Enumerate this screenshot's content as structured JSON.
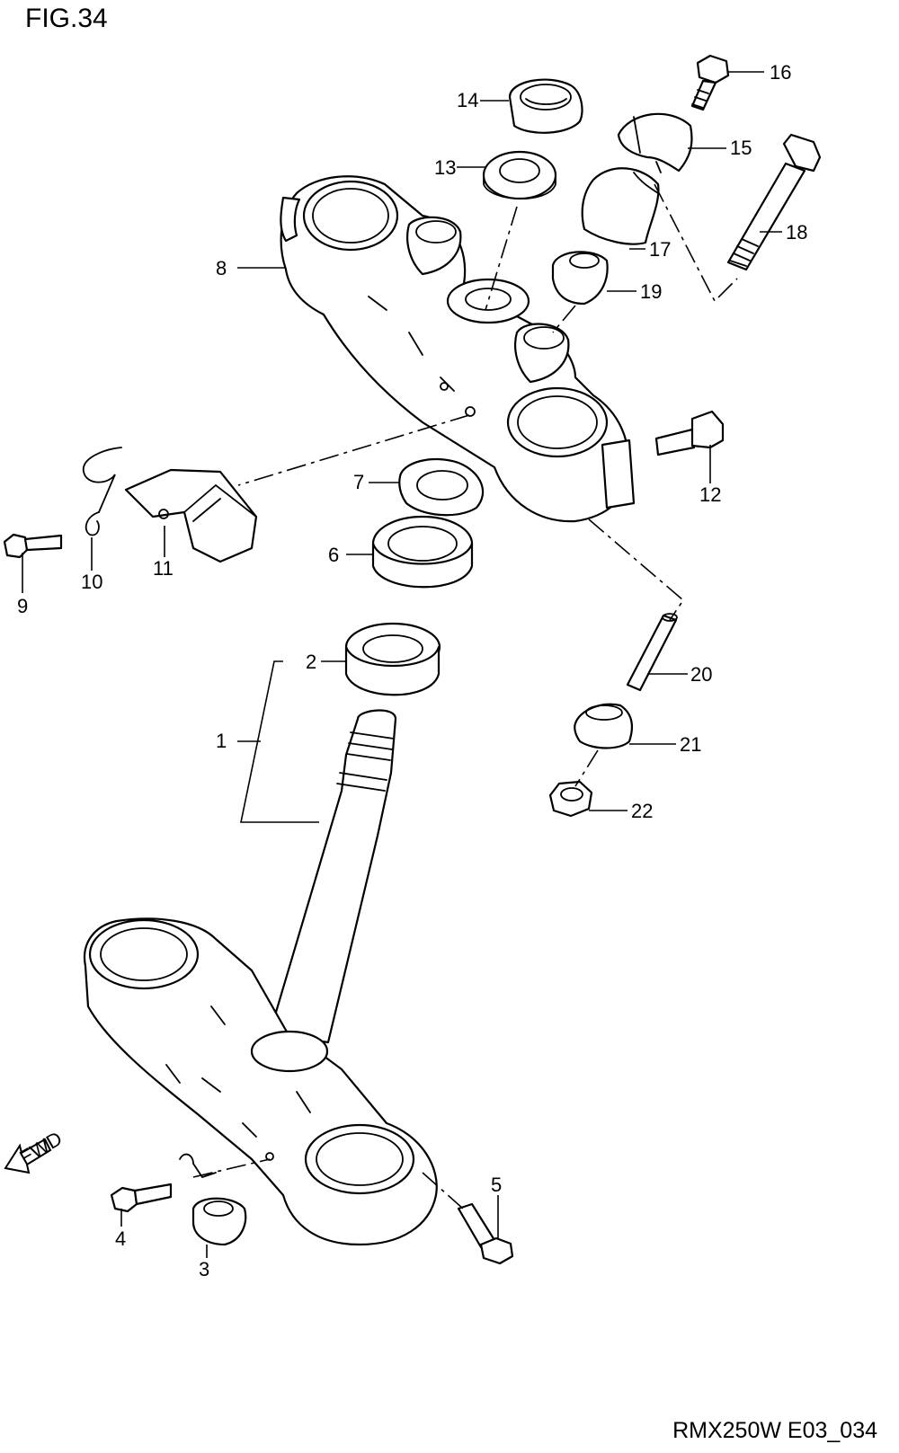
{
  "figure": {
    "title": "FIG.34",
    "code": "RMX250W E03_034"
  },
  "direction_marker": "FWD",
  "callouts": [
    {
      "id": "1",
      "label": "1"
    },
    {
      "id": "2",
      "label": "2"
    },
    {
      "id": "3",
      "label": "3"
    },
    {
      "id": "4",
      "label": "4"
    },
    {
      "id": "5",
      "label": "5"
    },
    {
      "id": "6",
      "label": "6"
    },
    {
      "id": "7",
      "label": "7"
    },
    {
      "id": "8",
      "label": "8"
    },
    {
      "id": "9",
      "label": "9"
    },
    {
      "id": "10",
      "label": "10"
    },
    {
      "id": "11",
      "label": "11"
    },
    {
      "id": "12",
      "label": "12"
    },
    {
      "id": "13",
      "label": "13"
    },
    {
      "id": "14",
      "label": "14"
    },
    {
      "id": "15",
      "label": "15"
    },
    {
      "id": "16",
      "label": "16"
    },
    {
      "id": "17",
      "label": "17"
    },
    {
      "id": "18",
      "label": "18"
    },
    {
      "id": "19",
      "label": "19"
    },
    {
      "id": "20",
      "label": "20"
    },
    {
      "id": "21",
      "label": "21"
    },
    {
      "id": "22",
      "label": "22"
    }
  ]
}
